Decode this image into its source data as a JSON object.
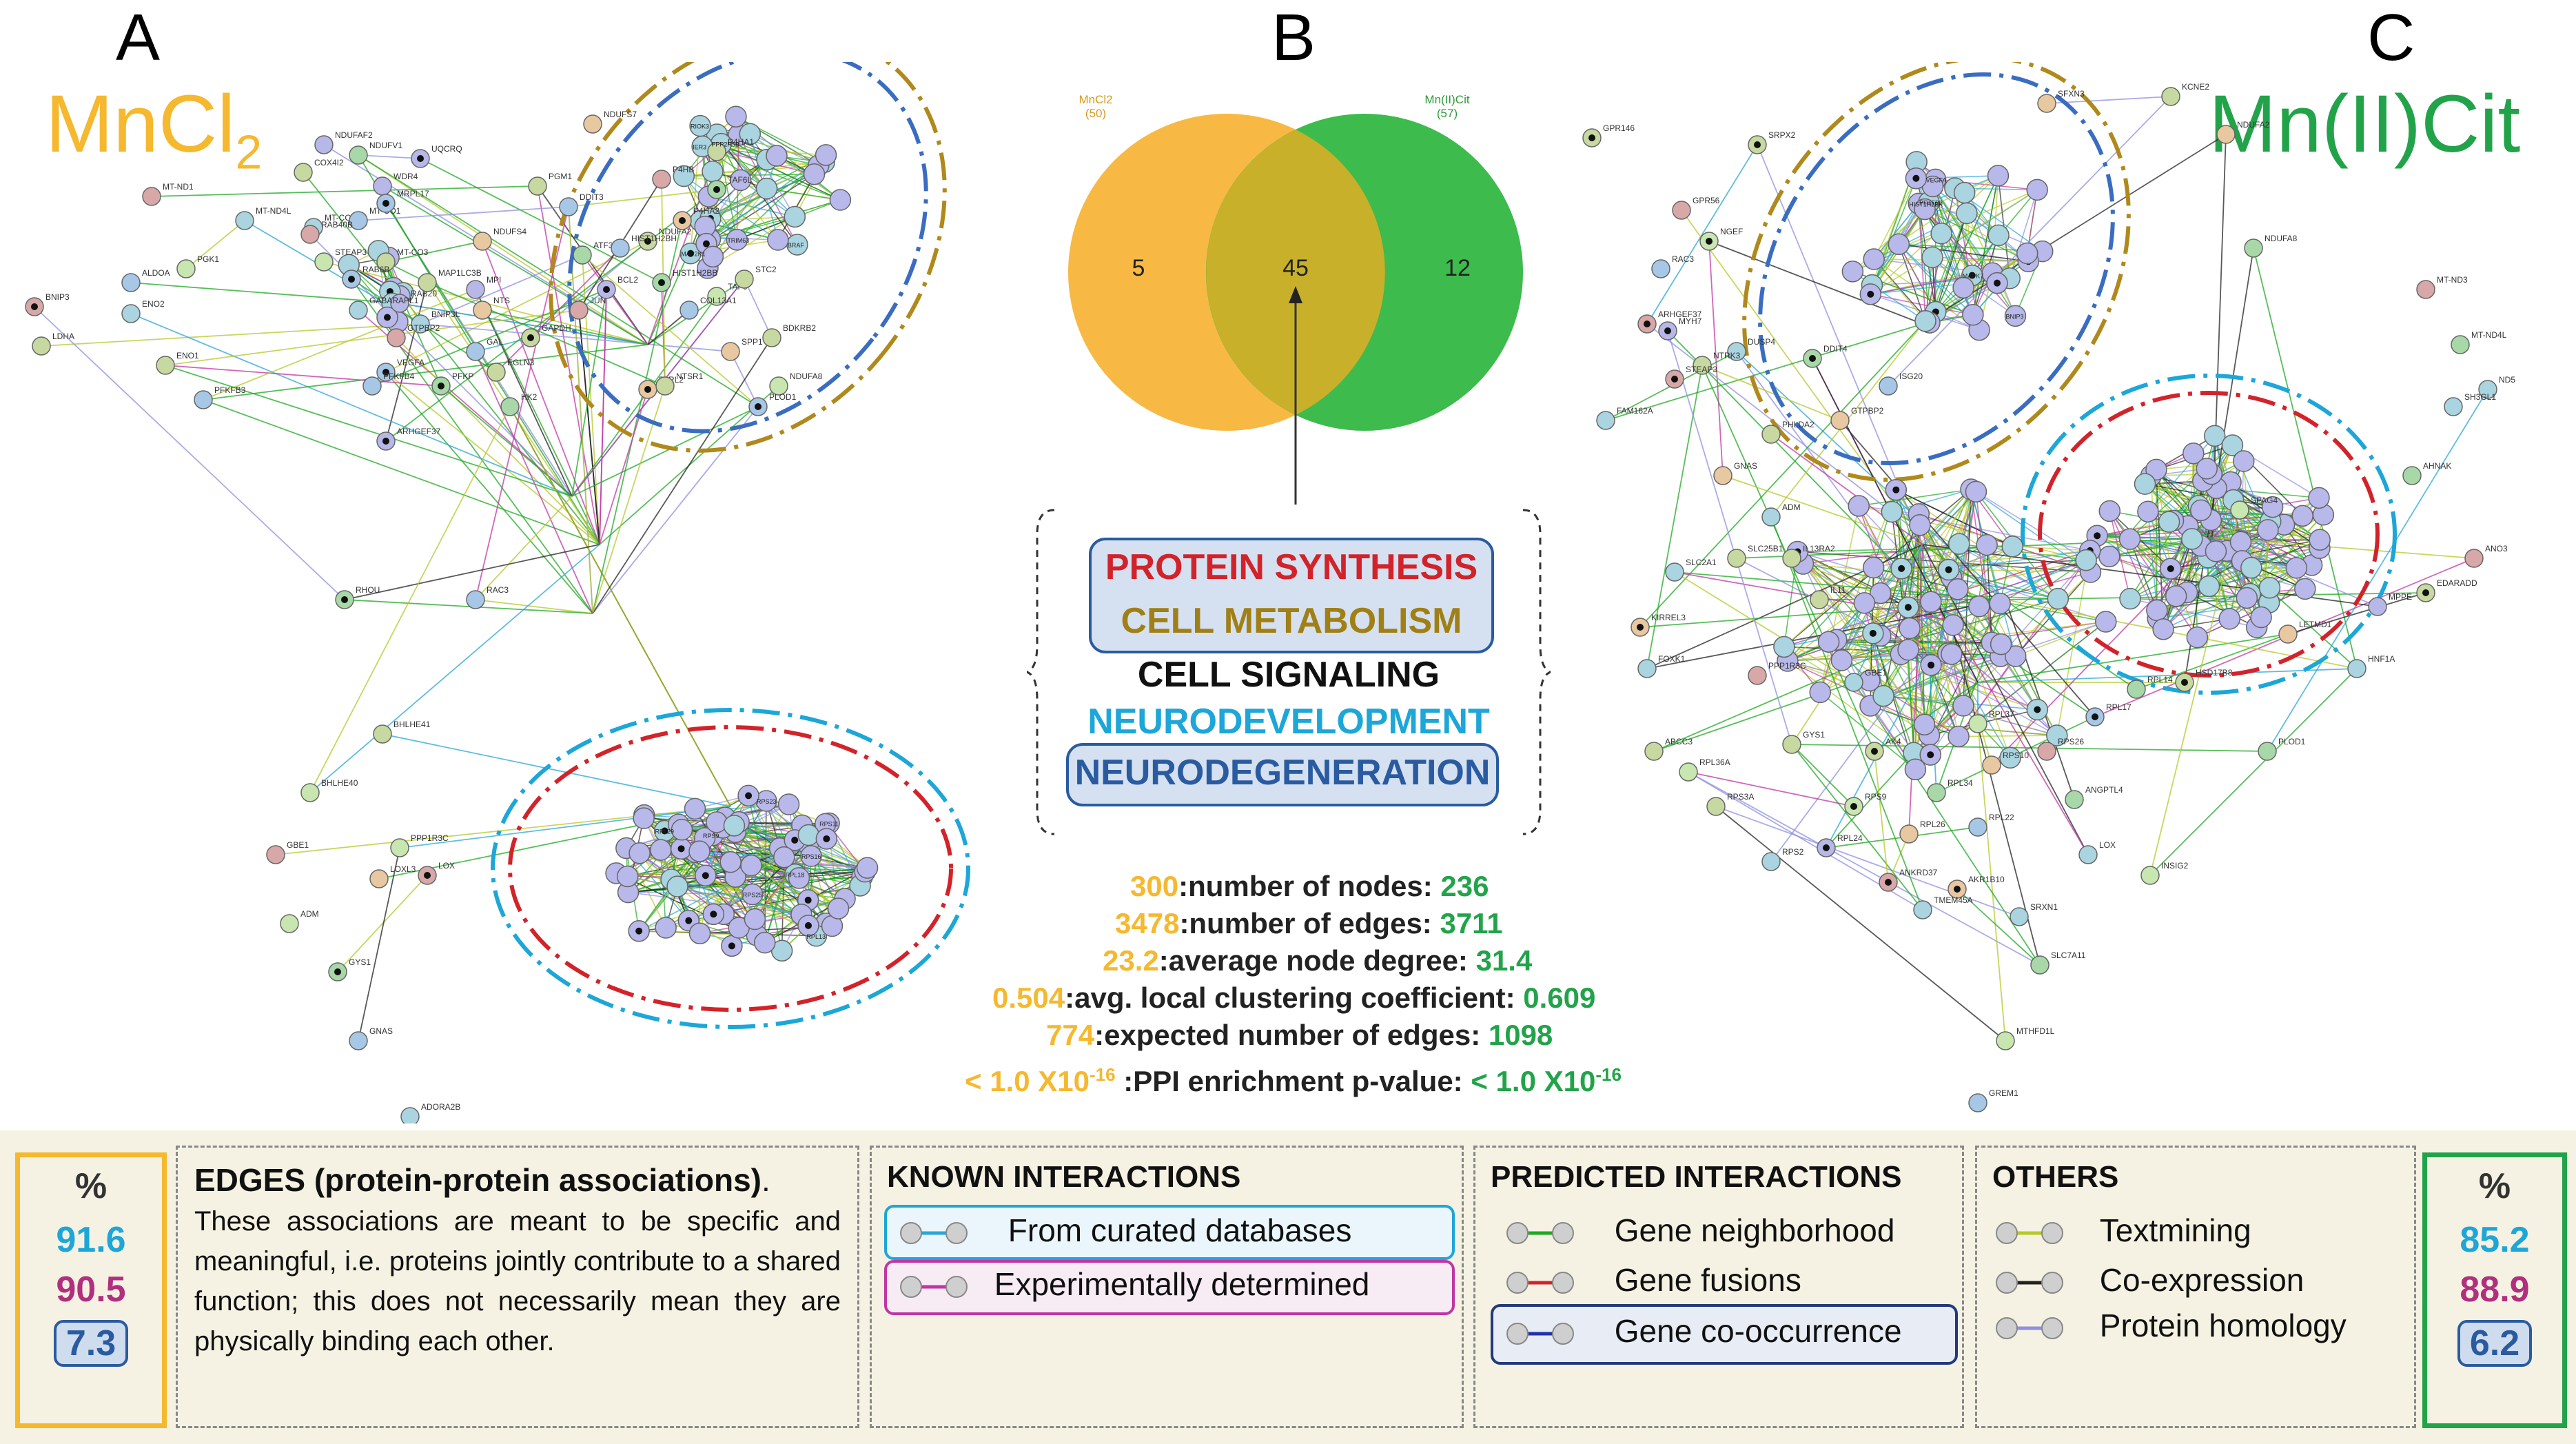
{
  "panels": {
    "a": {
      "letter": "A",
      "condition_main": "MnCl",
      "condition_sub": "2"
    },
    "b": {
      "letter": "B"
    },
    "c": {
      "letter": "C",
      "condition": "Mn(II)Cit"
    }
  },
  "venn": {
    "left_label": "MnCl2",
    "left_count_label": "(50)",
    "right_label": "Mn(II)Cit",
    "right_count_label": "(57)",
    "left_only": "5",
    "shared": "45",
    "right_only": "12",
    "colors": {
      "left": "#f7b943",
      "right": "#3dbb4c",
      "overlap": "#c8b02a"
    }
  },
  "functions": {
    "protein_synthesis": "PROTEIN SYNTHESIS",
    "cell_metabolism": "CELL METABOLISM",
    "cell_signaling": "CELL SIGNALING",
    "neurodevelopment": "NEURODEVELOPMENT",
    "neurodegeneration": "NEURODEGENERATION",
    "colors": {
      "protein_synthesis": "#d2232a",
      "cell_metabolism": "#a08016",
      "neurodevelopment": "#1da6d8",
      "neurodegeneration": "#2a5ba0"
    }
  },
  "stats": [
    {
      "left": "300",
      "label": ":number of nodes:",
      "right": "236"
    },
    {
      "left": "3478",
      "label": ":number of edges:",
      "right": "3711"
    },
    {
      "left": "23.2",
      "label": ":average node degree:",
      "right": "31.4"
    },
    {
      "left": "0.504",
      "label": ":avg. local clustering coefficient:",
      "right": "0.609"
    },
    {
      "left": "774",
      "label": ":expected number of edges:",
      "right": "1098"
    },
    {
      "left": "< 1.0 X10",
      "left_sup": "-16",
      "label": ":PPI enrichment p-value:",
      "right": "< 1.0 X10",
      "right_sup": "-16"
    }
  ],
  "network_left_labels": [
    "NDUFS7",
    "NDUFS4",
    "NDUFA2",
    "NDUFA8",
    "NDUFAF2",
    "NDUFV1",
    "COX4I2",
    "MT-ND1",
    "MT-ND4L",
    "MT-CO2",
    "MT-CO1",
    "MT-CO3",
    "UQCRQ",
    "WDR4",
    "MRPL17",
    "RAB40B",
    "RAB6B",
    "RAB20",
    "STEAP3",
    "BNIP3L",
    "MAP1LC3B",
    "GABARAPL1",
    "GTPBP2",
    "VEGFA",
    "BNIP3",
    "LDHA",
    "ALDOA",
    "PGK1",
    "ENO2",
    "ENO1",
    "PFKFB3",
    "PFKFB4",
    "PFKP",
    "MPI",
    "PGM1",
    "HK2",
    "GAPDH",
    "EGLN3",
    "DDIT3",
    "ATF3",
    "JUN",
    "BCL2",
    "HIST1H2BH",
    "HIST1H2BB",
    "TAF6",
    "TAF6L",
    "SPP1",
    "STC2",
    "P4HB",
    "P4HA1",
    "P4HA2",
    "COL13A1",
    "PLOD1",
    "BDKRB2",
    "F2RL2",
    "NTSR1",
    "NTS",
    "GAL",
    "ARHGEF37",
    "RAC3",
    "RHOU",
    "BHLHE41",
    "BHLHE40",
    "GBE1",
    "LOXL3",
    "LOX",
    "GYS1",
    "PPP1R3C",
    "ADM",
    "GNAS",
    "ADORA2B",
    "TRIM63",
    "MAP2K1",
    "PPP2R5B",
    "BRAF",
    "IER3",
    "RIOK3",
    "RPL29",
    "RPS16",
    "RPS9",
    "RPS23",
    "RPS25",
    "RPL18",
    "RPL13",
    "RPS11"
  ],
  "network_right_labels": [
    "SFXN3",
    "GPR146",
    "SRPX2",
    "GPR56",
    "NGEF",
    "RAC3",
    "ARHGEF37",
    "MYH7",
    "DUSP4",
    "NTRK3",
    "STEAP3",
    "FAM162A",
    "KCNE2",
    "NDUFA2",
    "NDUFA8",
    "MT-ND3",
    "MT-ND4L",
    "ND5",
    "SH3GL1",
    "AHNAK",
    "ANO3",
    "EDARADD",
    "MPPE",
    "LETMD1",
    "HSD17B8",
    "RPL14",
    "RPL17",
    "RPS26",
    "RPS10",
    "RPL37",
    "RPL34",
    "RPL22",
    "RPL26",
    "RPS9",
    "RPL24",
    "RPS2",
    "RPS3A",
    "RPL36A",
    "ABCC3",
    "FOXK1",
    "KIRREL3",
    "SLC2A1",
    "SLC25B1",
    "PPP1R3C",
    "GYS1",
    "GBE1",
    "AK4",
    "AKR1B10",
    "SRXN1",
    "SLC7A11",
    "MTHFD1L",
    "GREM1",
    "TMEM45A",
    "ANKRD37",
    "SPAG4",
    "HNF1A",
    "PLOD1",
    "LOX",
    "INSIG2",
    "ANGPTL4",
    "IL11",
    "IL13RA2",
    "ADM",
    "GNAS",
    "PHLDA2",
    "GTPBP2",
    "ISG20",
    "DDIT4",
    "VEGFA",
    "HIST1H2BK",
    "PFKFB3",
    "MAPK7",
    "BNIP3"
  ],
  "legend": {
    "left_pct": {
      "header": "%",
      "known": "91.6",
      "experimental": "90.5",
      "cooccurrence": "7.3"
    },
    "right_pct": {
      "header": "%",
      "known": "85.2",
      "experimental": "88.9",
      "cooccurrence": "6.2"
    },
    "edges": {
      "title": "EDGES (protein-protein associations)",
      "title_end": ".",
      "body": "These associations are meant to be specific and meaningful, i.e. proteins jointly contribute to a shared function; this does not necessarily mean they are physically binding each other."
    },
    "known": {
      "title": "KNOWN INTERACTIONS",
      "curated": "From curated databases",
      "experimental": "Experimentally determined"
    },
    "predicted": {
      "title": "PREDICTED INTERACTIONS",
      "neighborhood": "Gene neighborhood",
      "fusions": "Gene fusions",
      "cooccurrence": "Gene co-occurrence"
    },
    "others": {
      "title": "OTHERS",
      "textmining": "Textmining",
      "coexpression": "Co-expression",
      "homology": "Protein homology"
    },
    "edge_colors": {
      "curated": "#2aa6d6",
      "experimental": "#c036a6",
      "neighborhood": "#1da822",
      "fusions": "#d2232a",
      "cooccurrence": "#2233aa",
      "textmining": "#b6c82a",
      "coexpression": "#222222",
      "homology": "#8f8fe0"
    }
  }
}
